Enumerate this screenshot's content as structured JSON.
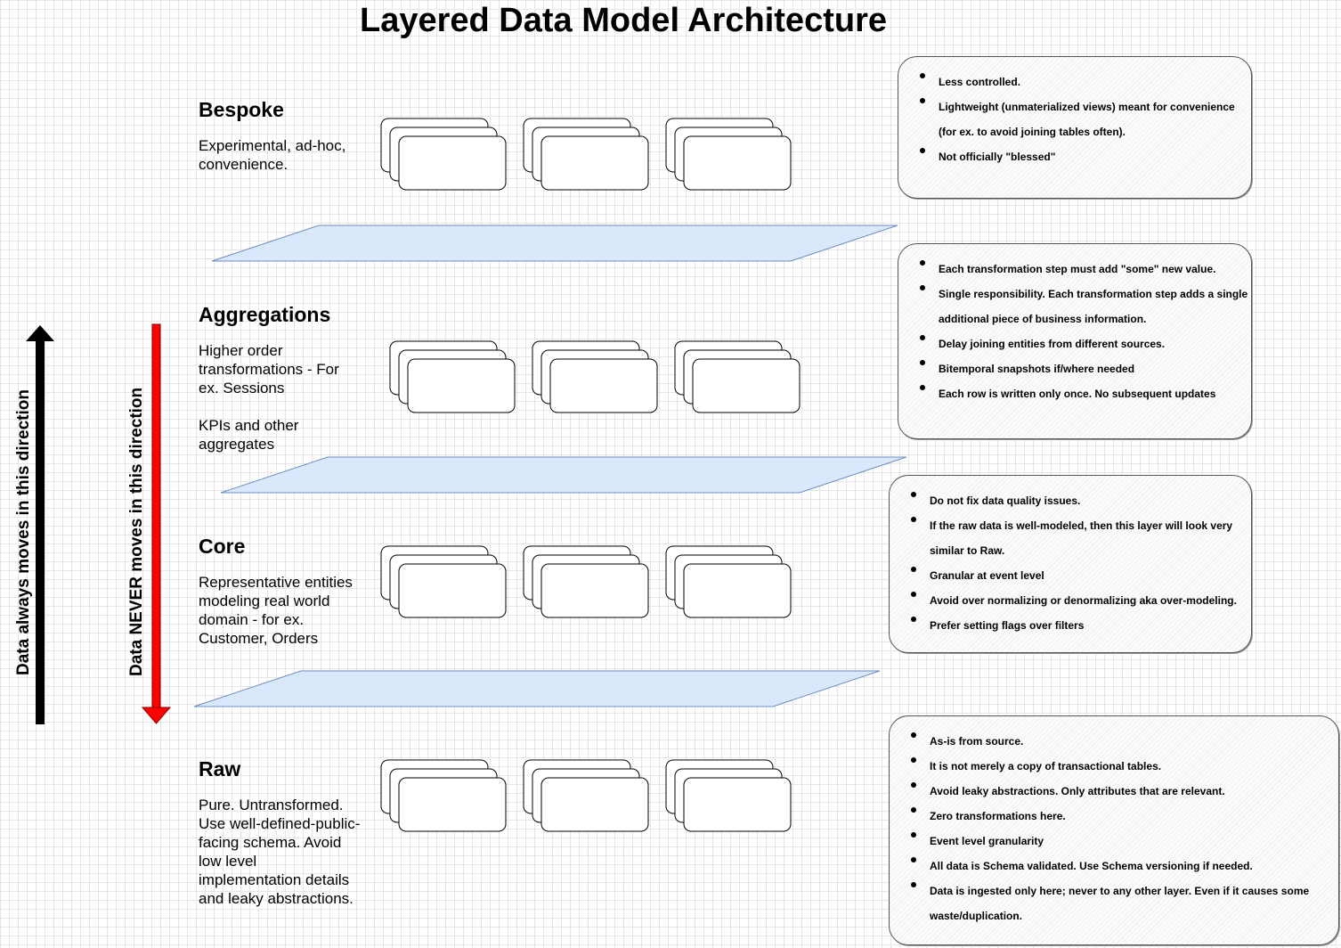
{
  "title": "Layered Data Model Architecture",
  "arrows": {
    "up_label": "Data always moves in this direction",
    "down_label": "Data NEVER moves in this direction",
    "up_color": "#000000",
    "down_color": "#ff0000"
  },
  "colors": {
    "plane_fill": "#dae8fc",
    "plane_stroke": "#6c8ebf"
  },
  "layers": {
    "bespoke": {
      "title": "Bespoke",
      "desc": [
        "Experimental, ad-hoc, convenience."
      ],
      "notes": [
        "Less controlled.",
        "Lightweight (unmaterialized views) meant for convenience (for ex. to avoid joining tables often).",
        "Not officially \"blessed\""
      ]
    },
    "aggregations": {
      "title": "Aggregations",
      "desc": [
        "Higher order transformations - For ex. Sessions",
        "KPIs and other aggregates"
      ],
      "notes": [
        "Each transformation step must add \"some\" new value.",
        "Single responsibility. Each transformation step adds a single additional piece of business information.",
        "Delay joining entities from different sources.",
        "Bitemporal snapshots if/where needed",
        "Each row is written only once. No subsequent updates"
      ]
    },
    "core": {
      "title": "Core",
      "desc": [
        "Representative entities modeling real world domain - for ex. Customer, Orders"
      ],
      "notes": [
        "Do not fix data quality issues.",
        "If the raw data is well-modeled, then this layer will look very similar to Raw.",
        "Granular at event level",
        "Avoid over normalizing or denormalizing aka over-modeling.",
        "Prefer setting flags over filters"
      ]
    },
    "raw": {
      "title": "Raw",
      "desc": [
        "Pure. Untransformed. Use well-defined-public-facing schema. Avoid low level implementation details and leaky abstractions."
      ],
      "notes": [
        "As-is from source.",
        "It is not merely a copy of transactional tables.",
        "Avoid leaky abstractions. Only attributes that are relevant.",
        "Zero transformations here.",
        "Event level granularity",
        "All data is Schema validated. Use Schema versioning if needed.",
        "Data is ingested only here; never to any other layer. Even if it causes some waste/duplication."
      ]
    }
  }
}
